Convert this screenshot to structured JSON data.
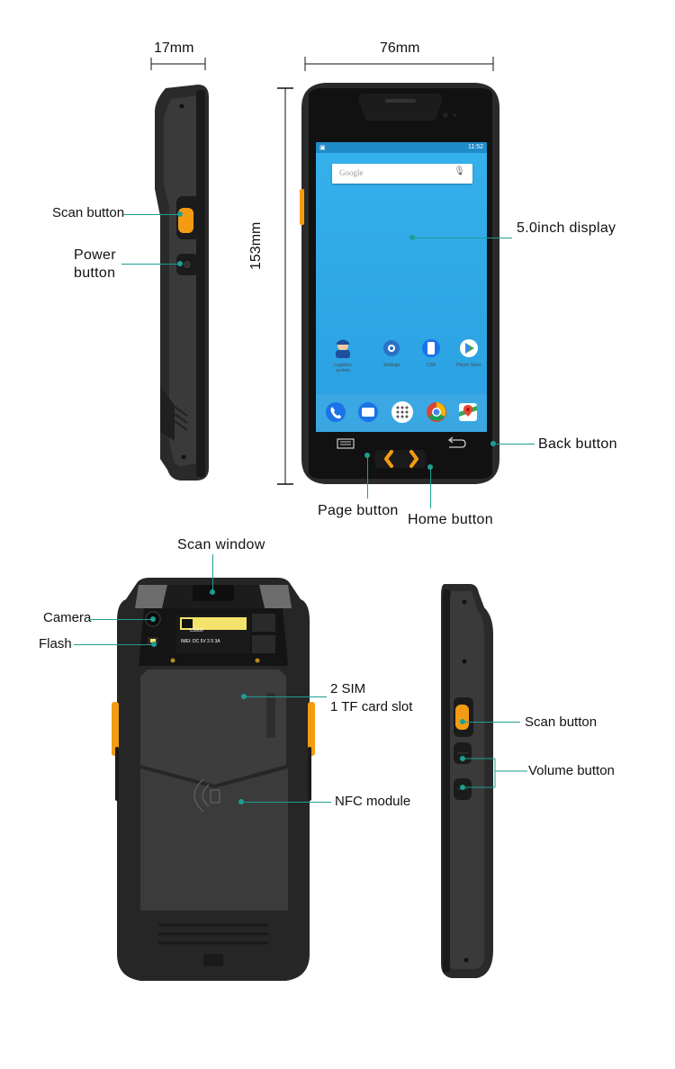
{
  "dimensions": {
    "thickness": "17mm",
    "width": "76mm",
    "height": "153mm"
  },
  "labels": {
    "scan_button_side": "Scan button",
    "power_button_line1": "Power",
    "power_button_line2": "button",
    "display": "5.0inch display",
    "back_button": "Back button",
    "page_button": "Page button",
    "home_button": "Home button",
    "scan_window": "Scan window",
    "camera": "Camera",
    "flash": "Flash",
    "sim_line1": "2 SIM",
    "sim_line2": "1 TF card slot",
    "nfc_module": "NFC module",
    "scan_button_right": "Scan button",
    "volume_button": "Volume button"
  },
  "screen": {
    "time": "11:52",
    "search_placeholder": "Google",
    "apps": [
      "Logistics system",
      "Settings",
      "CS8",
      "Player Store"
    ],
    "dock_icons": [
      "phone-icon",
      "messages-icon",
      "apps-grid-icon",
      "chrome-icon",
      "maps-icon"
    ]
  },
  "back_sticker": {
    "line1": "C5000",
    "line2": "IMEI: DC 5V 2.5 3A"
  },
  "colors": {
    "accent": "#1e9e92",
    "device_body": "#2b2b2b",
    "screen_blue": "#2ea8e6",
    "orange_button": "#f39c12"
  }
}
